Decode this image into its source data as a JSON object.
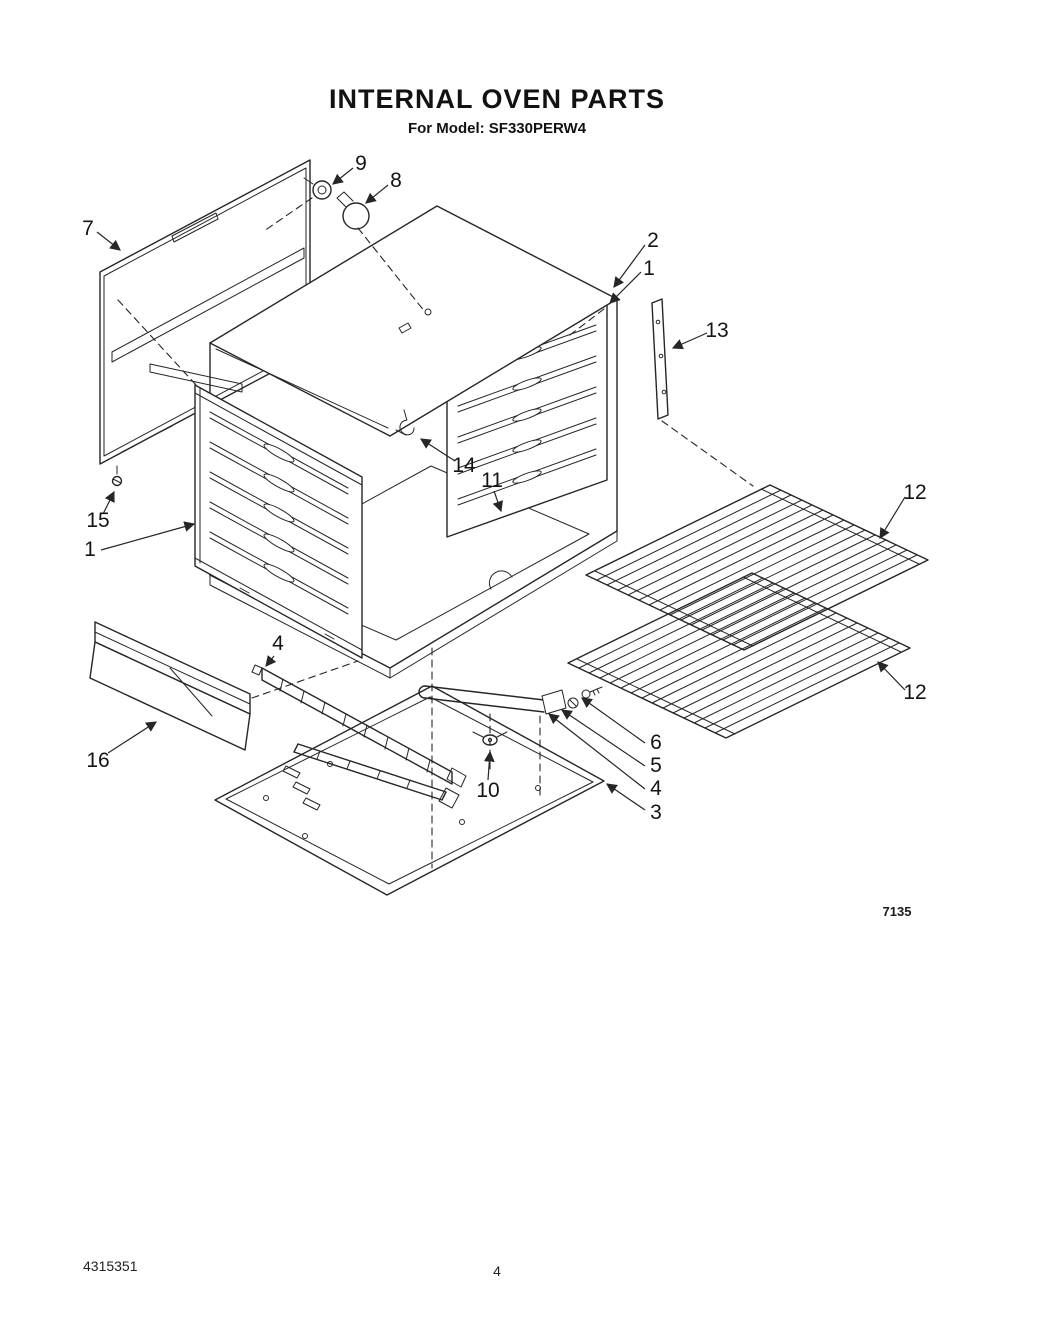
{
  "page": {
    "title": "INTERNAL OVEN PARTS",
    "subtitle": "For Model: SF330PERW4",
    "diagram_code": "7135",
    "doc_number": "4315351",
    "page_number": "4"
  },
  "diagram": {
    "callouts": [
      {
        "label": "9"
      },
      {
        "label": "8"
      },
      {
        "label": "7"
      },
      {
        "label": "2"
      },
      {
        "label": "1"
      },
      {
        "label": "13"
      },
      {
        "label": "14"
      },
      {
        "label": "11"
      },
      {
        "label": "12"
      },
      {
        "label": "15"
      },
      {
        "label": "1"
      },
      {
        "label": "16"
      },
      {
        "label": "4"
      },
      {
        "label": "12"
      },
      {
        "label": "6"
      },
      {
        "label": "5"
      },
      {
        "label": "4"
      },
      {
        "label": "10"
      },
      {
        "label": "3"
      }
    ]
  }
}
